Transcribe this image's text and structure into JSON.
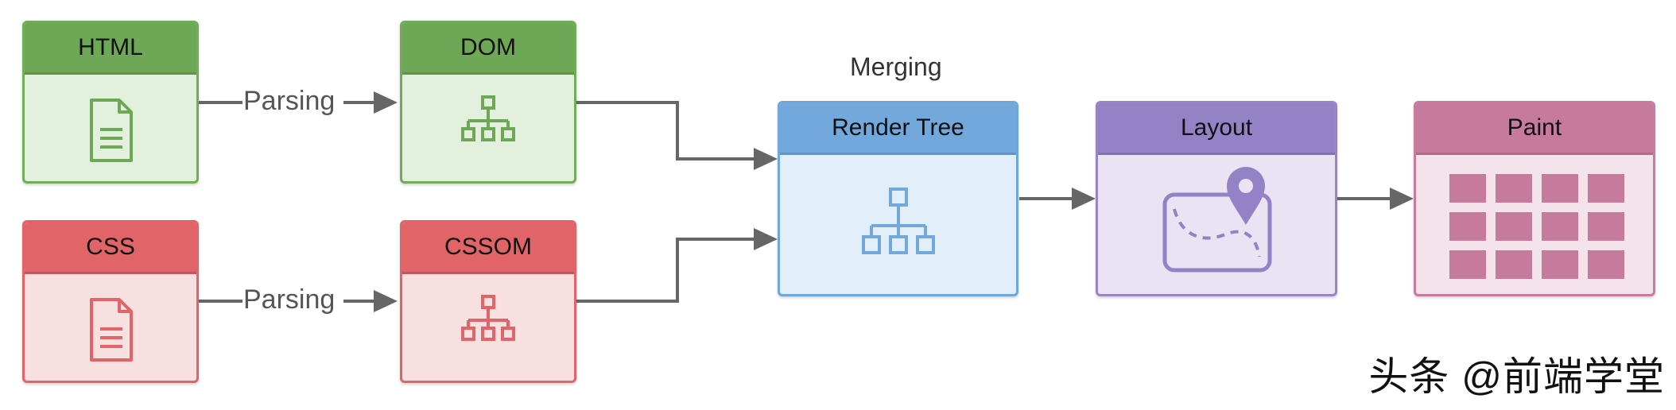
{
  "nodes": {
    "html": {
      "title": "HTML"
    },
    "css": {
      "title": "CSS"
    },
    "dom": {
      "title": "DOM"
    },
    "cssom": {
      "title": "CSSOM"
    },
    "render_tree": {
      "title": "Render Tree"
    },
    "layout": {
      "title": "Layout"
    },
    "paint": {
      "title": "Paint"
    }
  },
  "edges": {
    "html_to_dom": "Parsing",
    "css_to_cssom": "Parsing",
    "merge": "Merging"
  },
  "watermark": "头条 @前端学堂",
  "colors": {
    "green": "#6ea856",
    "red": "#e06468",
    "blue": "#73a8dc",
    "purple": "#9382c5",
    "pink": "#c67b9d",
    "arrow": "#666666"
  }
}
